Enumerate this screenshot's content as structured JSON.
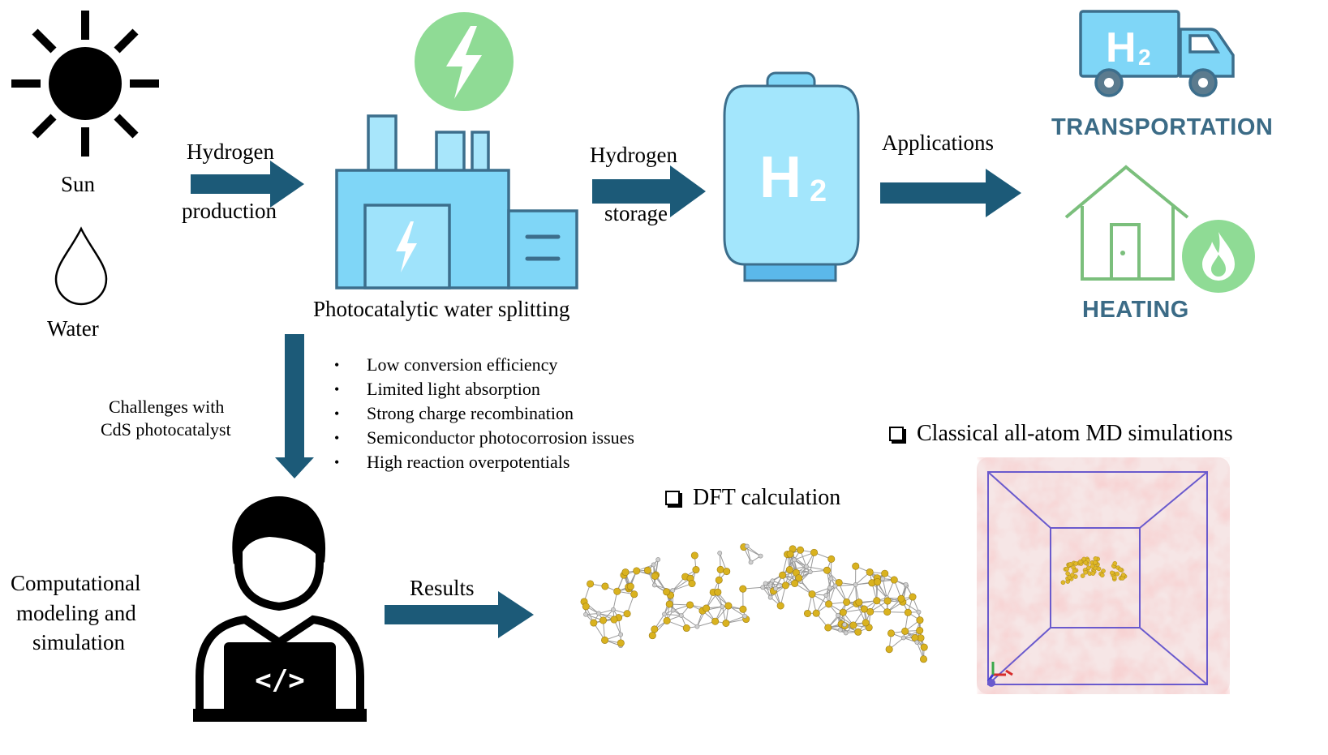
{
  "inputs": {
    "sun_label": "Sun",
    "water_label": "Water"
  },
  "arrows": {
    "production": [
      "Hydrogen",
      "production"
    ],
    "storage": [
      "Hydrogen",
      "storage"
    ],
    "applications": "Applications",
    "challenges": [
      "Challenges with",
      "CdS photocatalyst"
    ],
    "results": "Results"
  },
  "factory": {
    "caption": "Photocatalytic water splitting"
  },
  "tank": {
    "label": "H",
    "subscript": "2"
  },
  "truck": {
    "label": "H",
    "subscript": "2"
  },
  "applications": {
    "transport_label": "TRANSPORTATION",
    "heating_label": "HEATING"
  },
  "challenges_list": [
    "Low conversion efficiency",
    "Limited light absorption",
    "Strong charge recombination",
    "Semiconductor photocorrosion issues",
    "High reaction overpotentials"
  ],
  "computational": {
    "label_lines": [
      "Computational",
      "modeling and",
      "simulation"
    ],
    "code_glyph": "</>"
  },
  "methods": {
    "dft_label": "DFT calculation",
    "md_label": "Classical all-atom MD simulations"
  },
  "colors": {
    "arrow": "#1c5a78",
    "light_blue": "#7fd6f7",
    "outline_blue": "#3c6e8c",
    "green_circle": "#8fdb95",
    "house_green": "#7bbf7c",
    "text_app": "#3b6b86"
  }
}
